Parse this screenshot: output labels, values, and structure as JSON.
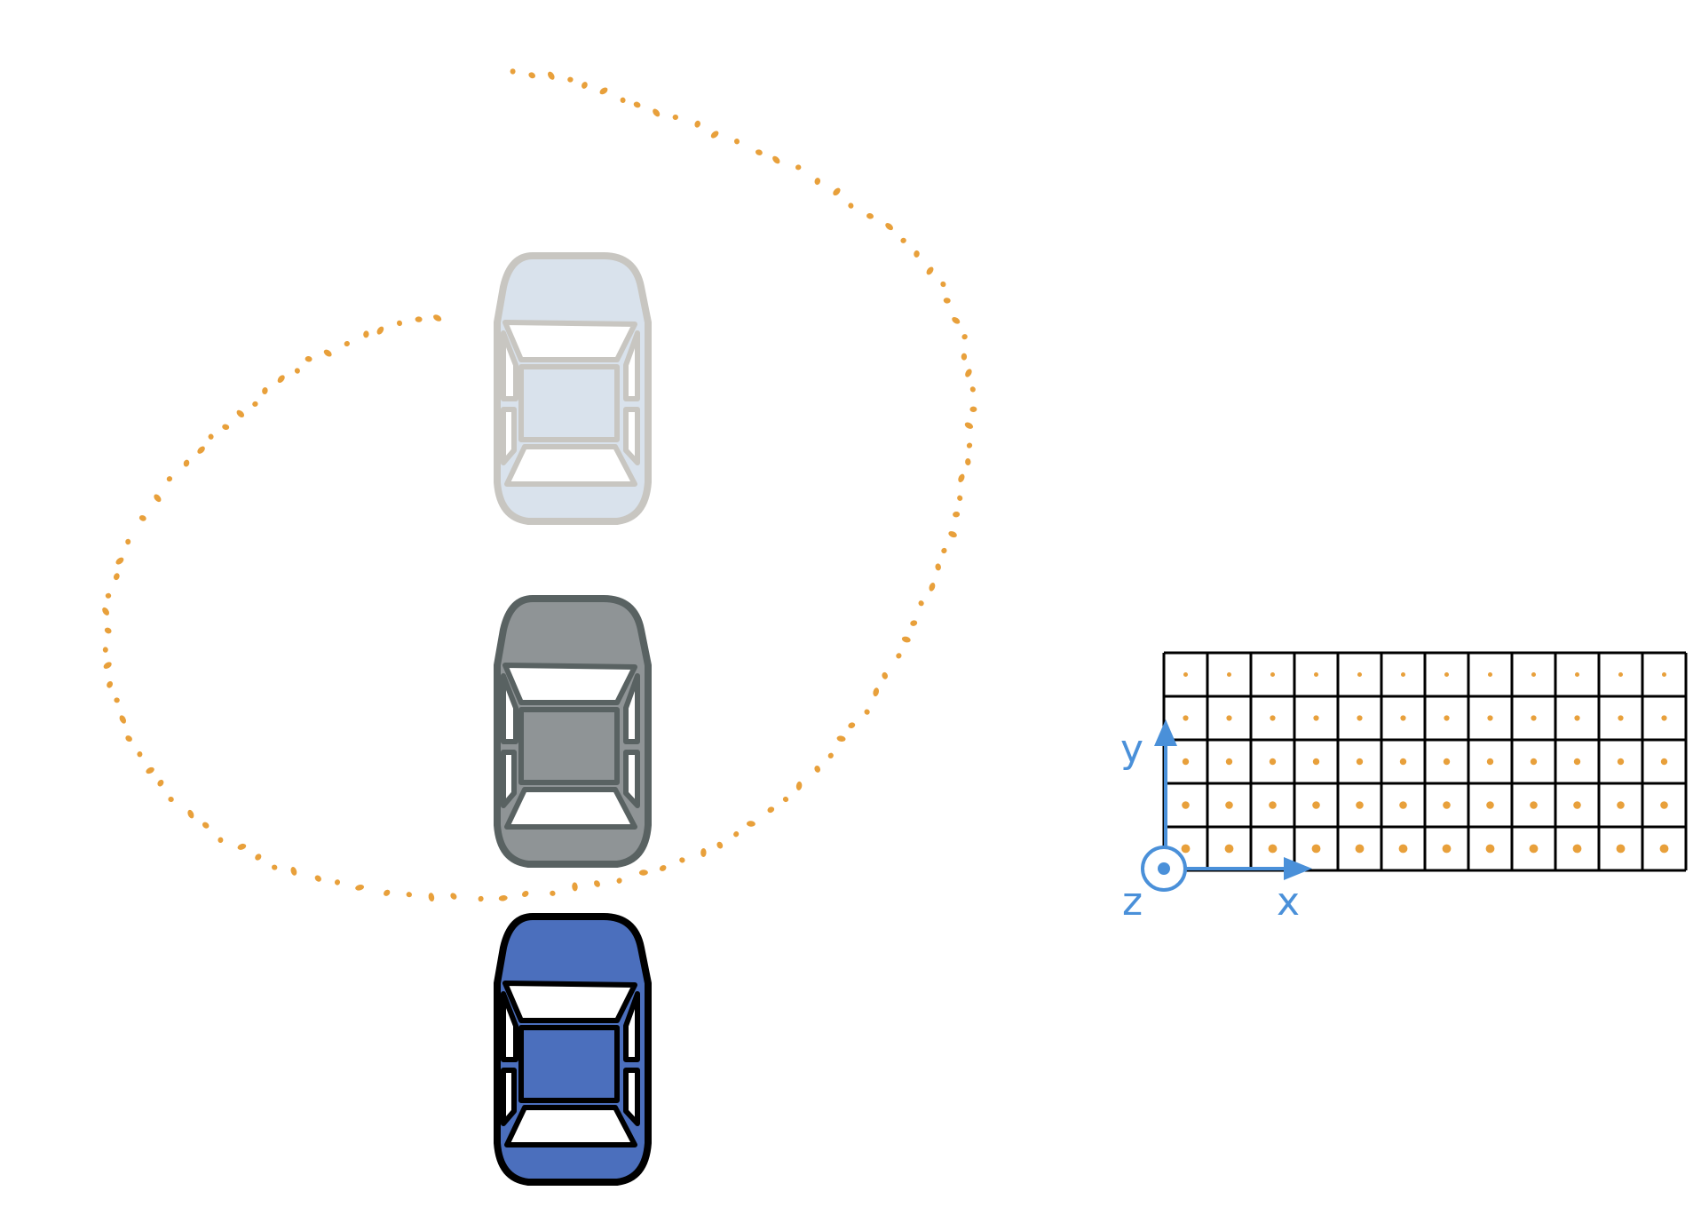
{
  "diagram": {
    "cars": [
      {
        "id": "car-far",
        "body_fill": "#d9e2ec",
        "stroke": "#c8c6c1",
        "window_fill": "#ffffff"
      },
      {
        "id": "car-middle",
        "body_fill": "#8f9496",
        "stroke": "#596262",
        "window_fill": "#ffffff"
      },
      {
        "id": "car-ego",
        "body_fill": "#4b6fbd",
        "stroke": "#000000",
        "window_fill": "#ffffff"
      }
    ],
    "point_cloud_color": "#e8a03b",
    "grid": {
      "rows": 5,
      "cols": 12,
      "line_color": "#000000",
      "point_color": "#e8a03b"
    },
    "axes": {
      "color": "#4a90d9",
      "labels": {
        "x": "x",
        "y": "y",
        "z": "z"
      }
    }
  }
}
